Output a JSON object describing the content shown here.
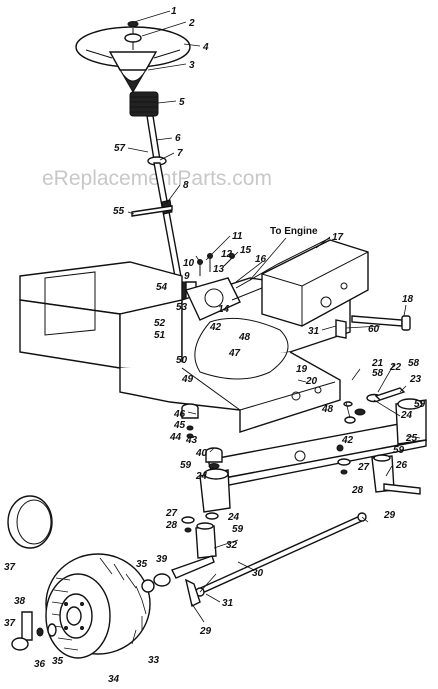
{
  "watermark": "eReplacementParts.com",
  "annotation": "To Engine",
  "callouts": [
    {
      "id": "c1",
      "text": "1"
    },
    {
      "id": "c2",
      "text": "2"
    },
    {
      "id": "c4",
      "text": "4"
    },
    {
      "id": "c3",
      "text": "3"
    },
    {
      "id": "c5",
      "text": "5"
    },
    {
      "id": "c6",
      "text": "6"
    },
    {
      "id": "c57",
      "text": "57"
    },
    {
      "id": "c7",
      "text": "7"
    },
    {
      "id": "c8",
      "text": "8"
    },
    {
      "id": "c55",
      "text": "55"
    },
    {
      "id": "c11",
      "text": "11"
    },
    {
      "id": "c12",
      "text": "12"
    },
    {
      "id": "c10",
      "text": "10"
    },
    {
      "id": "c13",
      "text": "13"
    },
    {
      "id": "c15",
      "text": "15"
    },
    {
      "id": "c16",
      "text": "16"
    },
    {
      "id": "c9",
      "text": "9"
    },
    {
      "id": "c17",
      "text": "17"
    },
    {
      "id": "c54",
      "text": "54"
    },
    {
      "id": "c53",
      "text": "53"
    },
    {
      "id": "c52",
      "text": "52"
    },
    {
      "id": "c51",
      "text": "51"
    },
    {
      "id": "c14",
      "text": "14"
    },
    {
      "id": "c42a",
      "text": "42"
    },
    {
      "id": "c48a",
      "text": "48"
    },
    {
      "id": "c47",
      "text": "47"
    },
    {
      "id": "c50",
      "text": "50"
    },
    {
      "id": "c49",
      "text": "49"
    },
    {
      "id": "c18",
      "text": "18"
    },
    {
      "id": "c31a",
      "text": "31"
    },
    {
      "id": "c60",
      "text": "60"
    },
    {
      "id": "c19",
      "text": "19"
    },
    {
      "id": "c20",
      "text": "20"
    },
    {
      "id": "c21",
      "text": "21"
    },
    {
      "id": "c58a",
      "text": "58"
    },
    {
      "id": "c22",
      "text": "22"
    },
    {
      "id": "c58b",
      "text": "58"
    },
    {
      "id": "c23",
      "text": "23"
    },
    {
      "id": "c59a",
      "text": "59"
    },
    {
      "id": "c24a",
      "text": "24"
    },
    {
      "id": "c48b",
      "text": "48"
    },
    {
      "id": "c42b",
      "text": "42"
    },
    {
      "id": "c25",
      "text": "25"
    },
    {
      "id": "c46",
      "text": "46"
    },
    {
      "id": "c45",
      "text": "45"
    },
    {
      "id": "c44",
      "text": "44"
    },
    {
      "id": "c43",
      "text": "43"
    },
    {
      "id": "c40",
      "text": "40"
    },
    {
      "id": "c59b",
      "text": "59"
    },
    {
      "id": "c24b",
      "text": "24"
    },
    {
      "id": "c27a",
      "text": "27"
    },
    {
      "id": "c59c",
      "text": "59"
    },
    {
      "id": "c26",
      "text": "26"
    },
    {
      "id": "c28a",
      "text": "28"
    },
    {
      "id": "c27b",
      "text": "27"
    },
    {
      "id": "c28b",
      "text": "28"
    },
    {
      "id": "c24c",
      "text": "24"
    },
    {
      "id": "c59d",
      "text": "59"
    },
    {
      "id": "c29a",
      "text": "29"
    },
    {
      "id": "c32",
      "text": "32"
    },
    {
      "id": "c37a",
      "text": "37"
    },
    {
      "id": "c35a",
      "text": "35"
    },
    {
      "id": "c39",
      "text": "39"
    },
    {
      "id": "c30",
      "text": "30"
    },
    {
      "id": "c31b",
      "text": "31"
    },
    {
      "id": "c29b",
      "text": "29"
    },
    {
      "id": "c38",
      "text": "38"
    },
    {
      "id": "c37b",
      "text": "37"
    },
    {
      "id": "c36",
      "text": "36"
    },
    {
      "id": "c35b",
      "text": "35"
    },
    {
      "id": "c34",
      "text": "34"
    },
    {
      "id": "c33",
      "text": "33"
    }
  ]
}
